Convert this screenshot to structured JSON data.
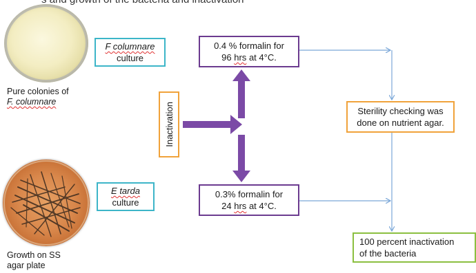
{
  "top_cut_text": "s and growth of the bacteria and inactivation",
  "culture_top": {
    "name": "F columnare",
    "suffix": "culture"
  },
  "plate_top_caption": {
    "line1": "Pure colonies of",
    "line2": "F. columnare"
  },
  "culture_bottom": {
    "name": "E tarda",
    "suffix": "culture"
  },
  "plate_bottom_caption": {
    "line1": "Growth on SS",
    "line2": "agar plate"
  },
  "inactivation_label": "Inactivation",
  "formalin_top": {
    "line1": "0.4 % formalin for",
    "line2_num": "96",
    "line2_unit": "hrs",
    "line2_rest": "at 4°C."
  },
  "formalin_bottom": {
    "line1": "0.3% formalin for",
    "line2_num": "24",
    "line2_unit": "hrs",
    "line2_rest": "at 4°C."
  },
  "sterility": {
    "line1": "Sterility checking was",
    "line2": "done on nutrient agar."
  },
  "result": {
    "line1": "100 percent inactivation",
    "line2": "of the bacteria"
  },
  "colors": {
    "cyan_border": "#3cb5c8",
    "purple_border": "#6b3a8f",
    "purple_arrow": "#7b4aa6",
    "orange_border": "#f0a23a",
    "green_border": "#8bbf3f",
    "blue_line": "#7aa7d8"
  }
}
